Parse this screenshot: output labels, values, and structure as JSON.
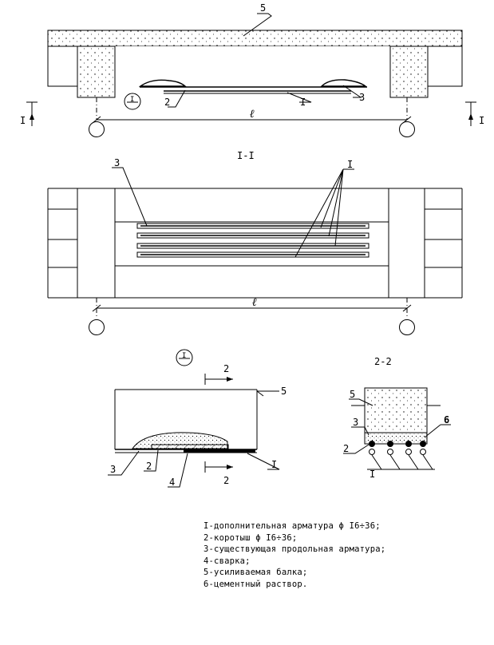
{
  "labels": {
    "n1": "1",
    "n2": "2",
    "n3": "3",
    "n4": "4",
    "n5": "5",
    "n6": "6",
    "roman1": "I",
    "span": "ℓ",
    "section_I_title": "I-I",
    "section_2_title": "2-2",
    "callout": "I"
  },
  "legend": [
    "I-дополнительная арматура ϕ I6÷36;",
    "2-коротыш ϕ I6÷36;",
    "3-существующая продольная арматура;",
    "4-сварка;",
    "5-усиливаемая балка;",
    "6-цементный раствор."
  ]
}
